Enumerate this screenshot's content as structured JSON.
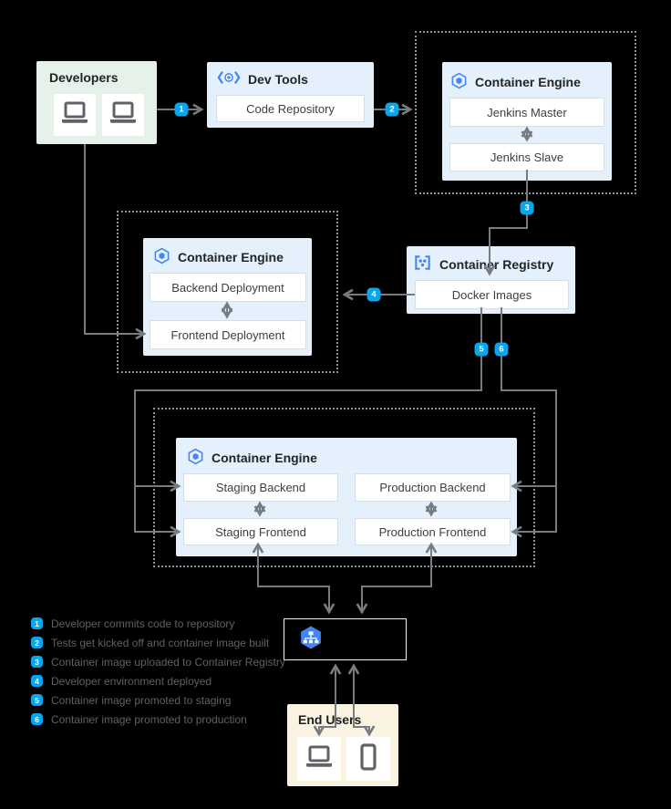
{
  "colors": {
    "background": "#000000",
    "badge_blue": "#0ba5ec",
    "icon_blue": "#4285f4",
    "card_blue": "#e4f1fc",
    "card_green": "#e6f1e9",
    "card_cream": "#faf3e2",
    "connector_gray": "#777c80"
  },
  "nodes": {
    "developers": {
      "title": "Developers",
      "icons": [
        "laptop-icon",
        "laptop-icon"
      ]
    },
    "dev_tools": {
      "title": "Dev Tools",
      "icon": "dev-tools-icon",
      "item": "Code Repository"
    },
    "build_engine": {
      "title": "Container Engine",
      "icon": "container-engine-icon",
      "items": [
        "Jenkins Master",
        "Jenkins Slave"
      ]
    },
    "dev_engine": {
      "title": "Container Engine",
      "icon": "container-engine-icon",
      "items": [
        "Backend Deployment",
        "Frontend Deployment"
      ]
    },
    "registry": {
      "title": "Container Registry",
      "icon": "container-registry-icon",
      "item": "Docker Images"
    },
    "deploy_engine": {
      "title": "Container Engine",
      "icon": "container-engine-icon",
      "items": [
        "Staging Backend",
        "Production Backend",
        "Staging Frontend",
        "Production Frontend"
      ]
    },
    "load_balancer": {
      "icon": "load-balancer-icon"
    },
    "end_users": {
      "title": "End Users",
      "icons": [
        "laptop-icon",
        "phone-icon"
      ]
    }
  },
  "arrow_badges": [
    "1",
    "2",
    "3",
    "4",
    "5",
    "6"
  ],
  "legend": {
    "items": [
      {
        "num": "1",
        "text": "Developer commits code to repository"
      },
      {
        "num": "2",
        "text": "Tests get kicked off and container image built"
      },
      {
        "num": "3",
        "text": "Container image uploaded to Container Registry"
      },
      {
        "num": "4",
        "text": "Developer environment deployed"
      },
      {
        "num": "5",
        "text": "Container image promoted to staging"
      },
      {
        "num": "6",
        "text": "Container image promoted to production"
      }
    ]
  }
}
